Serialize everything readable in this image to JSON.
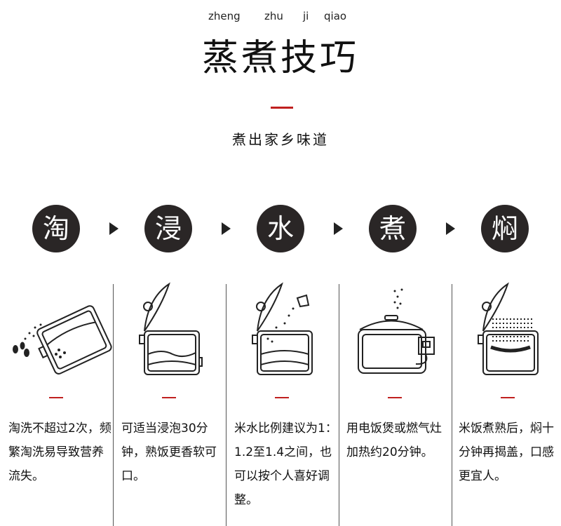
{
  "header": {
    "pinyin": [
      "zheng",
      "zhu",
      "ji",
      "qiao"
    ],
    "title": "蒸煮技巧",
    "subtitle": "煮出家乡味道"
  },
  "accent_color": "#c0201f",
  "steps": [
    {
      "char": "淘",
      "icon": "pouring-washing-pot-icon",
      "desc": "淘洗不超过2次，频繁淘洗易导致营养流失。"
    },
    {
      "char": "浸",
      "icon": "soaking-pot-icon",
      "desc": "可适当浸泡30分钟，熟饭更香软可口。"
    },
    {
      "char": "水",
      "icon": "adding-water-pot-icon",
      "desc": "米水比例建议为1：1.2至1.4之间，也可以按个人喜好调整。"
    },
    {
      "char": "煮",
      "icon": "rice-cooker-plugged-icon",
      "desc": "用电饭煲或燃气灶加热约20分钟。"
    },
    {
      "char": "焖",
      "icon": "steaming-pot-icon",
      "desc": "米饭煮熟后，焖十分钟再揭盖，口感更宜人。"
    }
  ]
}
